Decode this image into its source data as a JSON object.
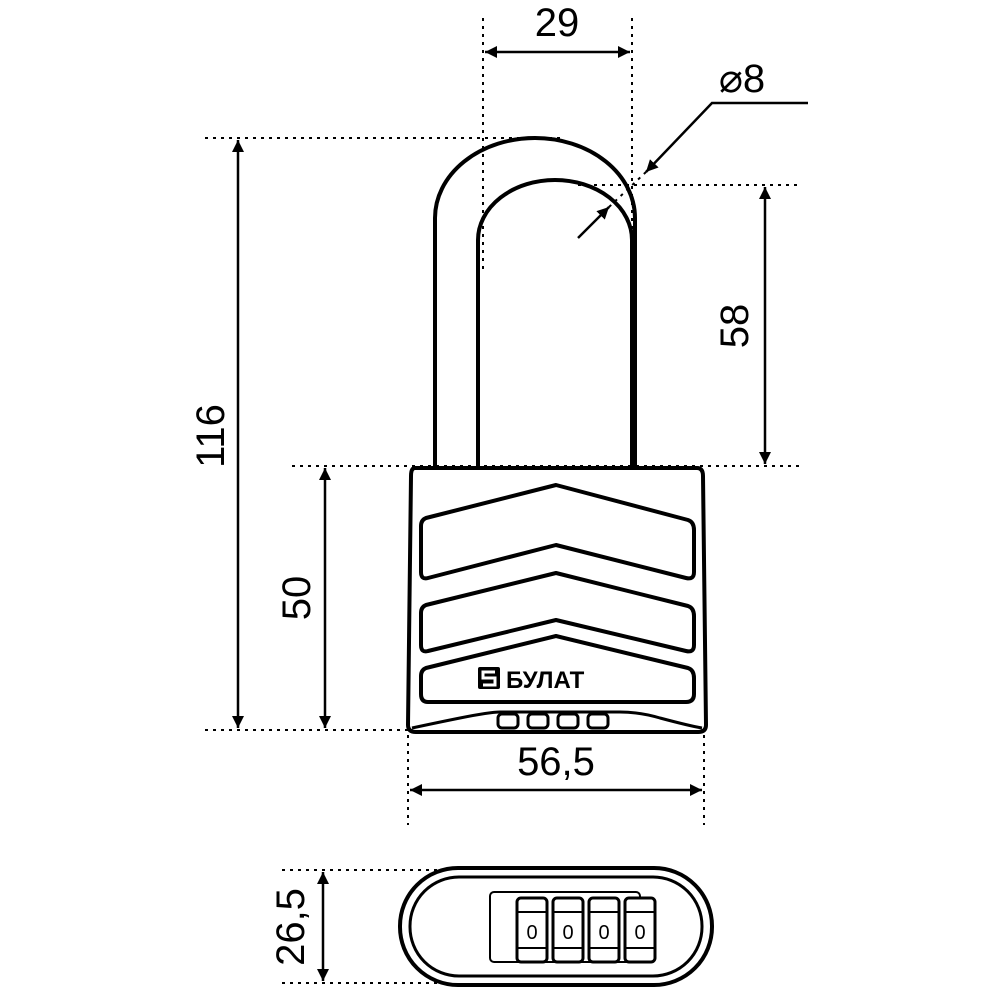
{
  "dimensions": {
    "shackle_spacing": "29",
    "shackle_diameter": "⌀8",
    "overall_height": "116",
    "shackle_clearance": "58",
    "body_height": "50",
    "body_width": "56,5",
    "body_depth": "26,5"
  },
  "brand": {
    "name": "БУЛАТ"
  },
  "dials": [
    "0",
    "0",
    "0",
    "0"
  ],
  "colors": {
    "line": "#000000",
    "background": "#ffffff"
  }
}
